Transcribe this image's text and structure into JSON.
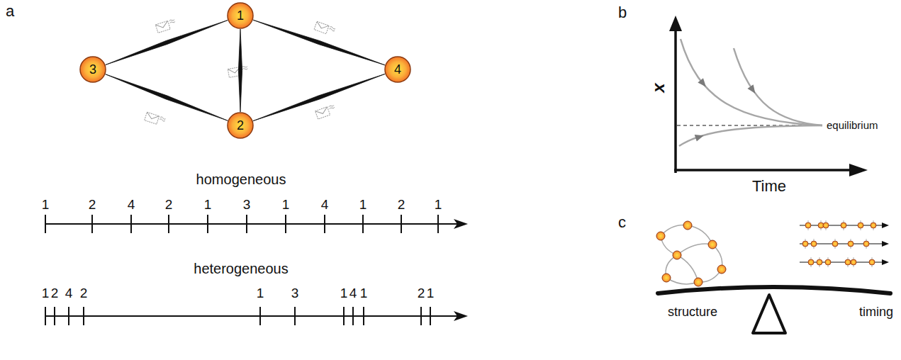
{
  "diagram": {
    "nodes": [
      {
        "text": [
          "1"
        ]
      },
      {
        "text": [
          "3"
        ]
      },
      {
        "text": [
          "4"
        ]
      },
      {
        "text": [
          "2"
        ]
      }
    ],
    "edges": [
      {
        "from": 1,
        "to": 0,
        "arrow": "none"
      },
      {
        "from": 0,
        "to": 2,
        "arrow": "none"
      },
      {
        "from": 0,
        "to": 3,
        "arrow": "none"
      },
      {
        "from": 1,
        "to": 3,
        "arrow": "none"
      },
      {
        "from": 3,
        "to": 2,
        "arrow": "none"
      }
    ],
    "labels": [
      "a",
      "homogeneous",
      "1",
      "2",
      "4",
      "2",
      "1",
      "3",
      "1",
      "4",
      "1",
      "2",
      "1",
      "heterogeneous",
      "1",
      "2",
      "4",
      "2",
      "1",
      "3",
      "1",
      "4",
      "1",
      "2",
      "1",
      "b",
      "x",
      "equilibrium",
      "Time",
      "c",
      "structure",
      "timing"
    ]
  }
}
